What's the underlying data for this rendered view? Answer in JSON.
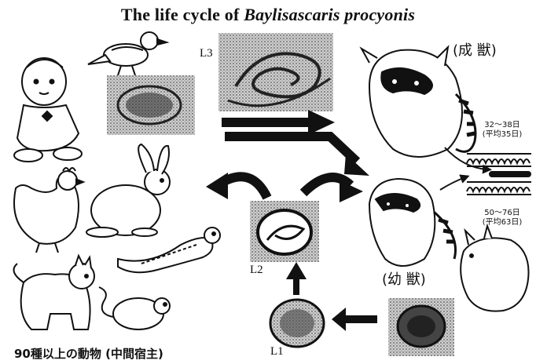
{
  "title": {
    "prefix": "The life cycle of ",
    "species": "Baylisascaris procyonis"
  },
  "labels": {
    "l3": "L3",
    "l2": "L2",
    "l1": "L1",
    "adult": "(成 獣)",
    "juvenile": "(幼 獣)",
    "adult_period": "32～38日",
    "adult_avg": "(平均35日)",
    "juvenile_period": "50～76日",
    "juvenile_avg": "(平均63日)",
    "hosts": "90種以上の動物 (中間宿主)"
  },
  "colors": {
    "ink": "#111111",
    "paper": "#ffffff",
    "stipple": "#7a7a7a"
  }
}
